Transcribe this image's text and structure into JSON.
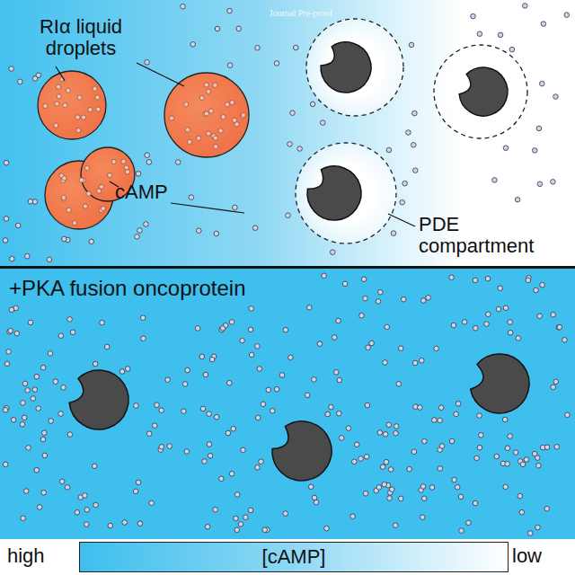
{
  "diagram": {
    "nodes": [
      {
        "text": [
          "+PKA fusion oncoprotein"
        ]
      },
      {
        "text": [
          "[cAMP]"
        ]
      }
    ],
    "labels": [
      "Journal Pre-proof",
      "RIα liquid droplets",
      "cAMP",
      "PDE compartment",
      "high",
      "low"
    ]
  }
}
